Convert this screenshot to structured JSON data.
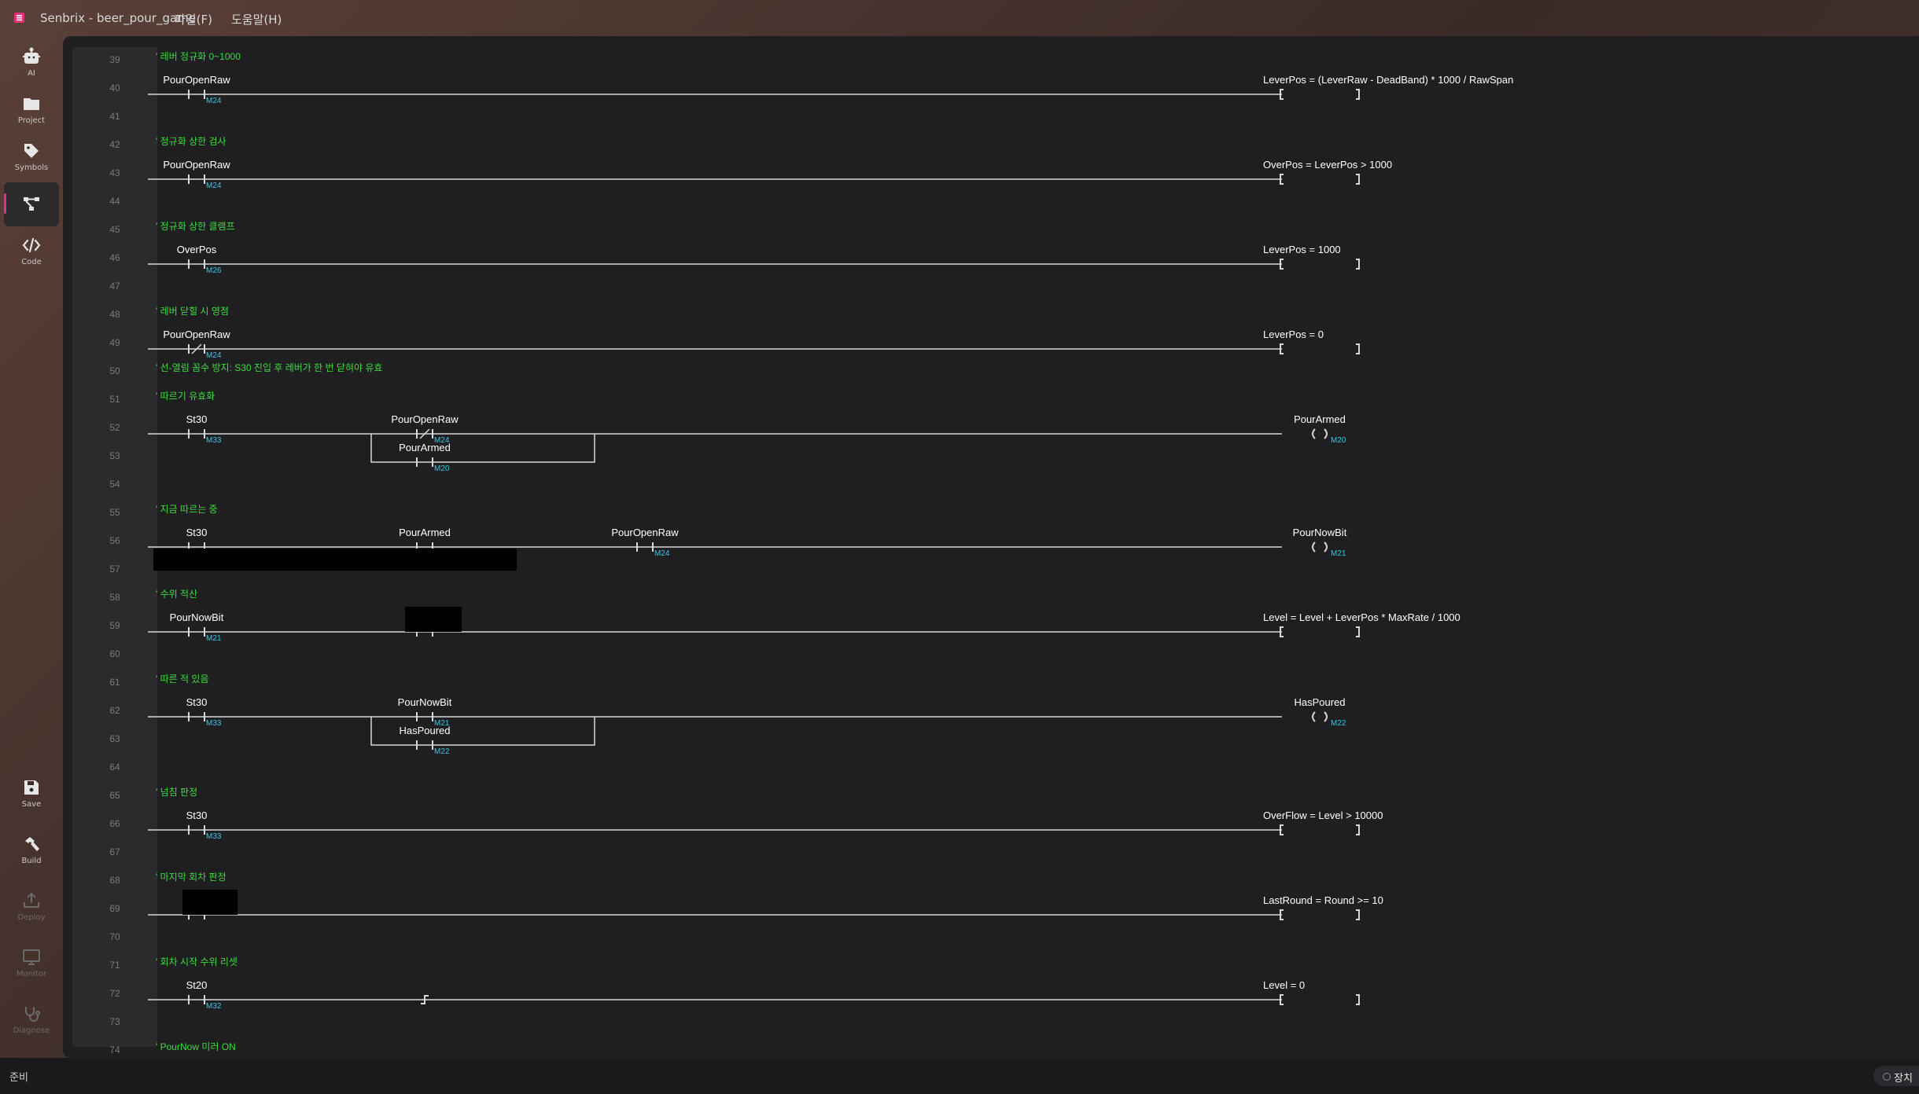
{
  "window": {
    "title": "Senbrix - beer_pour_game",
    "accent": "#e0337a"
  },
  "menu": [
    {
      "label": "파일(F)"
    },
    {
      "label": "도움말(H)"
    }
  ],
  "sidebar": {
    "top": [
      {
        "label": "AI",
        "icon": "robot-icon",
        "state": "normal"
      },
      {
        "label": "Project",
        "icon": "folder-icon",
        "state": "normal"
      },
      {
        "label": "Symbols",
        "icon": "tag-icon",
        "state": "normal"
      },
      {
        "label": "",
        "icon": "ladder-diagram-icon",
        "state": "active"
      },
      {
        "label": "Code",
        "icon": "code-icon",
        "state": "normal"
      }
    ],
    "bottom": [
      {
        "label": "Save",
        "icon": "save-icon",
        "state": "normal"
      },
      {
        "label": "Build",
        "icon": "hammer-icon",
        "state": "normal"
      },
      {
        "label": "Deploy",
        "icon": "upload-icon",
        "state": "disabled"
      },
      {
        "label": "Monitor",
        "icon": "monitor-icon",
        "state": "disabled"
      },
      {
        "label": "Diagnose",
        "icon": "stethoscope-icon",
        "state": "disabled"
      }
    ]
  },
  "status": {
    "text": "준비",
    "device_label": "장치"
  },
  "colors": {
    "comment": "#3ddc3d",
    "address": "#36c8e0",
    "wire": "#d8d8d8",
    "line_number": "#7a7a7a",
    "gutter": "#2b2b2e"
  },
  "ladder": [
    {
      "line": "39",
      "comment": "' 레버 정규화 0~1000"
    },
    {
      "line": "40",
      "contacts": [
        {
          "name": "PourOpenRaw",
          "addr": "M24",
          "type": "NO"
        }
      ],
      "coil": {
        "kind": "func",
        "text": "LeverPos = (LeverRaw - DeadBand) * 1000 / RawSpan"
      }
    },
    {
      "line": "41"
    },
    {
      "line": "42",
      "comment": "' 정규화 상한 검사"
    },
    {
      "line": "43",
      "contacts": [
        {
          "name": "PourOpenRaw",
          "addr": "M24",
          "type": "NO"
        }
      ],
      "coil": {
        "kind": "func",
        "text": "OverPos = LeverPos > 1000"
      }
    },
    {
      "line": "44"
    },
    {
      "line": "45",
      "comment": "' 정규화 상한 클램프"
    },
    {
      "line": "46",
      "contacts": [
        {
          "name": "OverPos",
          "addr": "M26",
          "type": "NO"
        }
      ],
      "coil": {
        "kind": "func",
        "text": "LeverPos = 1000"
      }
    },
    {
      "line": "47"
    },
    {
      "line": "48",
      "comment": "' 레버 닫힐 시 영점"
    },
    {
      "line": "49",
      "contacts": [
        {
          "name": "PourOpenRaw",
          "addr": "M24",
          "type": "NC"
        }
      ],
      "coil": {
        "kind": "func",
        "text": "LeverPos = 0"
      }
    },
    {
      "line": "50",
      "comment": "' 선-열림 꼼수 방지: S30 진입 후 레버가 한 번 닫혀야 유효"
    },
    {
      "line": "51",
      "comment": "' 따르기 유효화"
    },
    {
      "line": "52",
      "contacts": [
        {
          "name": "St30",
          "addr": "M33",
          "type": "NO"
        },
        {
          "name": "PourOpenRaw",
          "addr": "M24",
          "type": "NC"
        }
      ],
      "coil": {
        "kind": "coil",
        "text": "PourArmed",
        "addr": "M20"
      },
      "branch": {
        "name": "PourArmed",
        "addr": "M20"
      }
    },
    {
      "line": "53"
    },
    {
      "line": "54"
    },
    {
      "line": "55",
      "comment": "' 지금 따르는 중"
    },
    {
      "line": "56",
      "contacts": [
        {
          "name": "St30",
          "addr": "",
          "type": "NO"
        },
        {
          "name": "PourArmed",
          "addr": "",
          "type": "NO"
        },
        {
          "name": "PourOpenRaw",
          "addr": "M24",
          "type": "NO"
        }
      ],
      "coil": {
        "kind": "coil",
        "text": "PourNowBit",
        "addr": "M21"
      }
    },
    {
      "line": "57"
    },
    {
      "line": "58",
      "comment": "' 수위 적산"
    },
    {
      "line": "59",
      "contacts": [
        {
          "name": "PourNowBit",
          "addr": "M21",
          "type": "NO"
        },
        {
          "name": "",
          "addr": "",
          "type": "NO"
        }
      ],
      "coil": {
        "kind": "func",
        "text": "Level = Level + LeverPos * MaxRate / 1000"
      }
    },
    {
      "line": "60"
    },
    {
      "line": "61",
      "comment": "' 따른 적 있음"
    },
    {
      "line": "62",
      "contacts": [
        {
          "name": "St30",
          "addr": "M33",
          "type": "NO"
        },
        {
          "name": "PourNowBit",
          "addr": "M21",
          "type": "NO"
        }
      ],
      "coil": {
        "kind": "coil",
        "text": "HasPoured",
        "addr": "M22"
      },
      "branch": {
        "name": "HasPoured",
        "addr": "M22"
      }
    },
    {
      "line": "63"
    },
    {
      "line": "64"
    },
    {
      "line": "65",
      "comment": "' 넘침 판정"
    },
    {
      "line": "66",
      "contacts": [
        {
          "name": "St30",
          "addr": "M33",
          "type": "NO"
        }
      ],
      "coil": {
        "kind": "func",
        "text": "OverFlow = Level > 10000"
      }
    },
    {
      "line": "67"
    },
    {
      "line": "68",
      "comment": "' 마지막 회차 판정"
    },
    {
      "line": "69",
      "contacts": [
        {
          "name": "",
          "addr": "",
          "type": "NO"
        }
      ],
      "coil": {
        "kind": "func",
        "text": "LastRound = Round >= 10"
      }
    },
    {
      "line": "70"
    },
    {
      "line": "71",
      "comment": "' 회차 시작 수위 리셋"
    },
    {
      "line": "72",
      "contacts": [
        {
          "name": "St20",
          "addr": "M32",
          "type": "NO"
        },
        {
          "name": "",
          "addr": "",
          "type": "P"
        }
      ],
      "coil": {
        "kind": "func",
        "text": "Level = 0"
      }
    },
    {
      "line": "73"
    },
    {
      "line": "74",
      "comment": "' PourNow 미러 ON"
    }
  ]
}
